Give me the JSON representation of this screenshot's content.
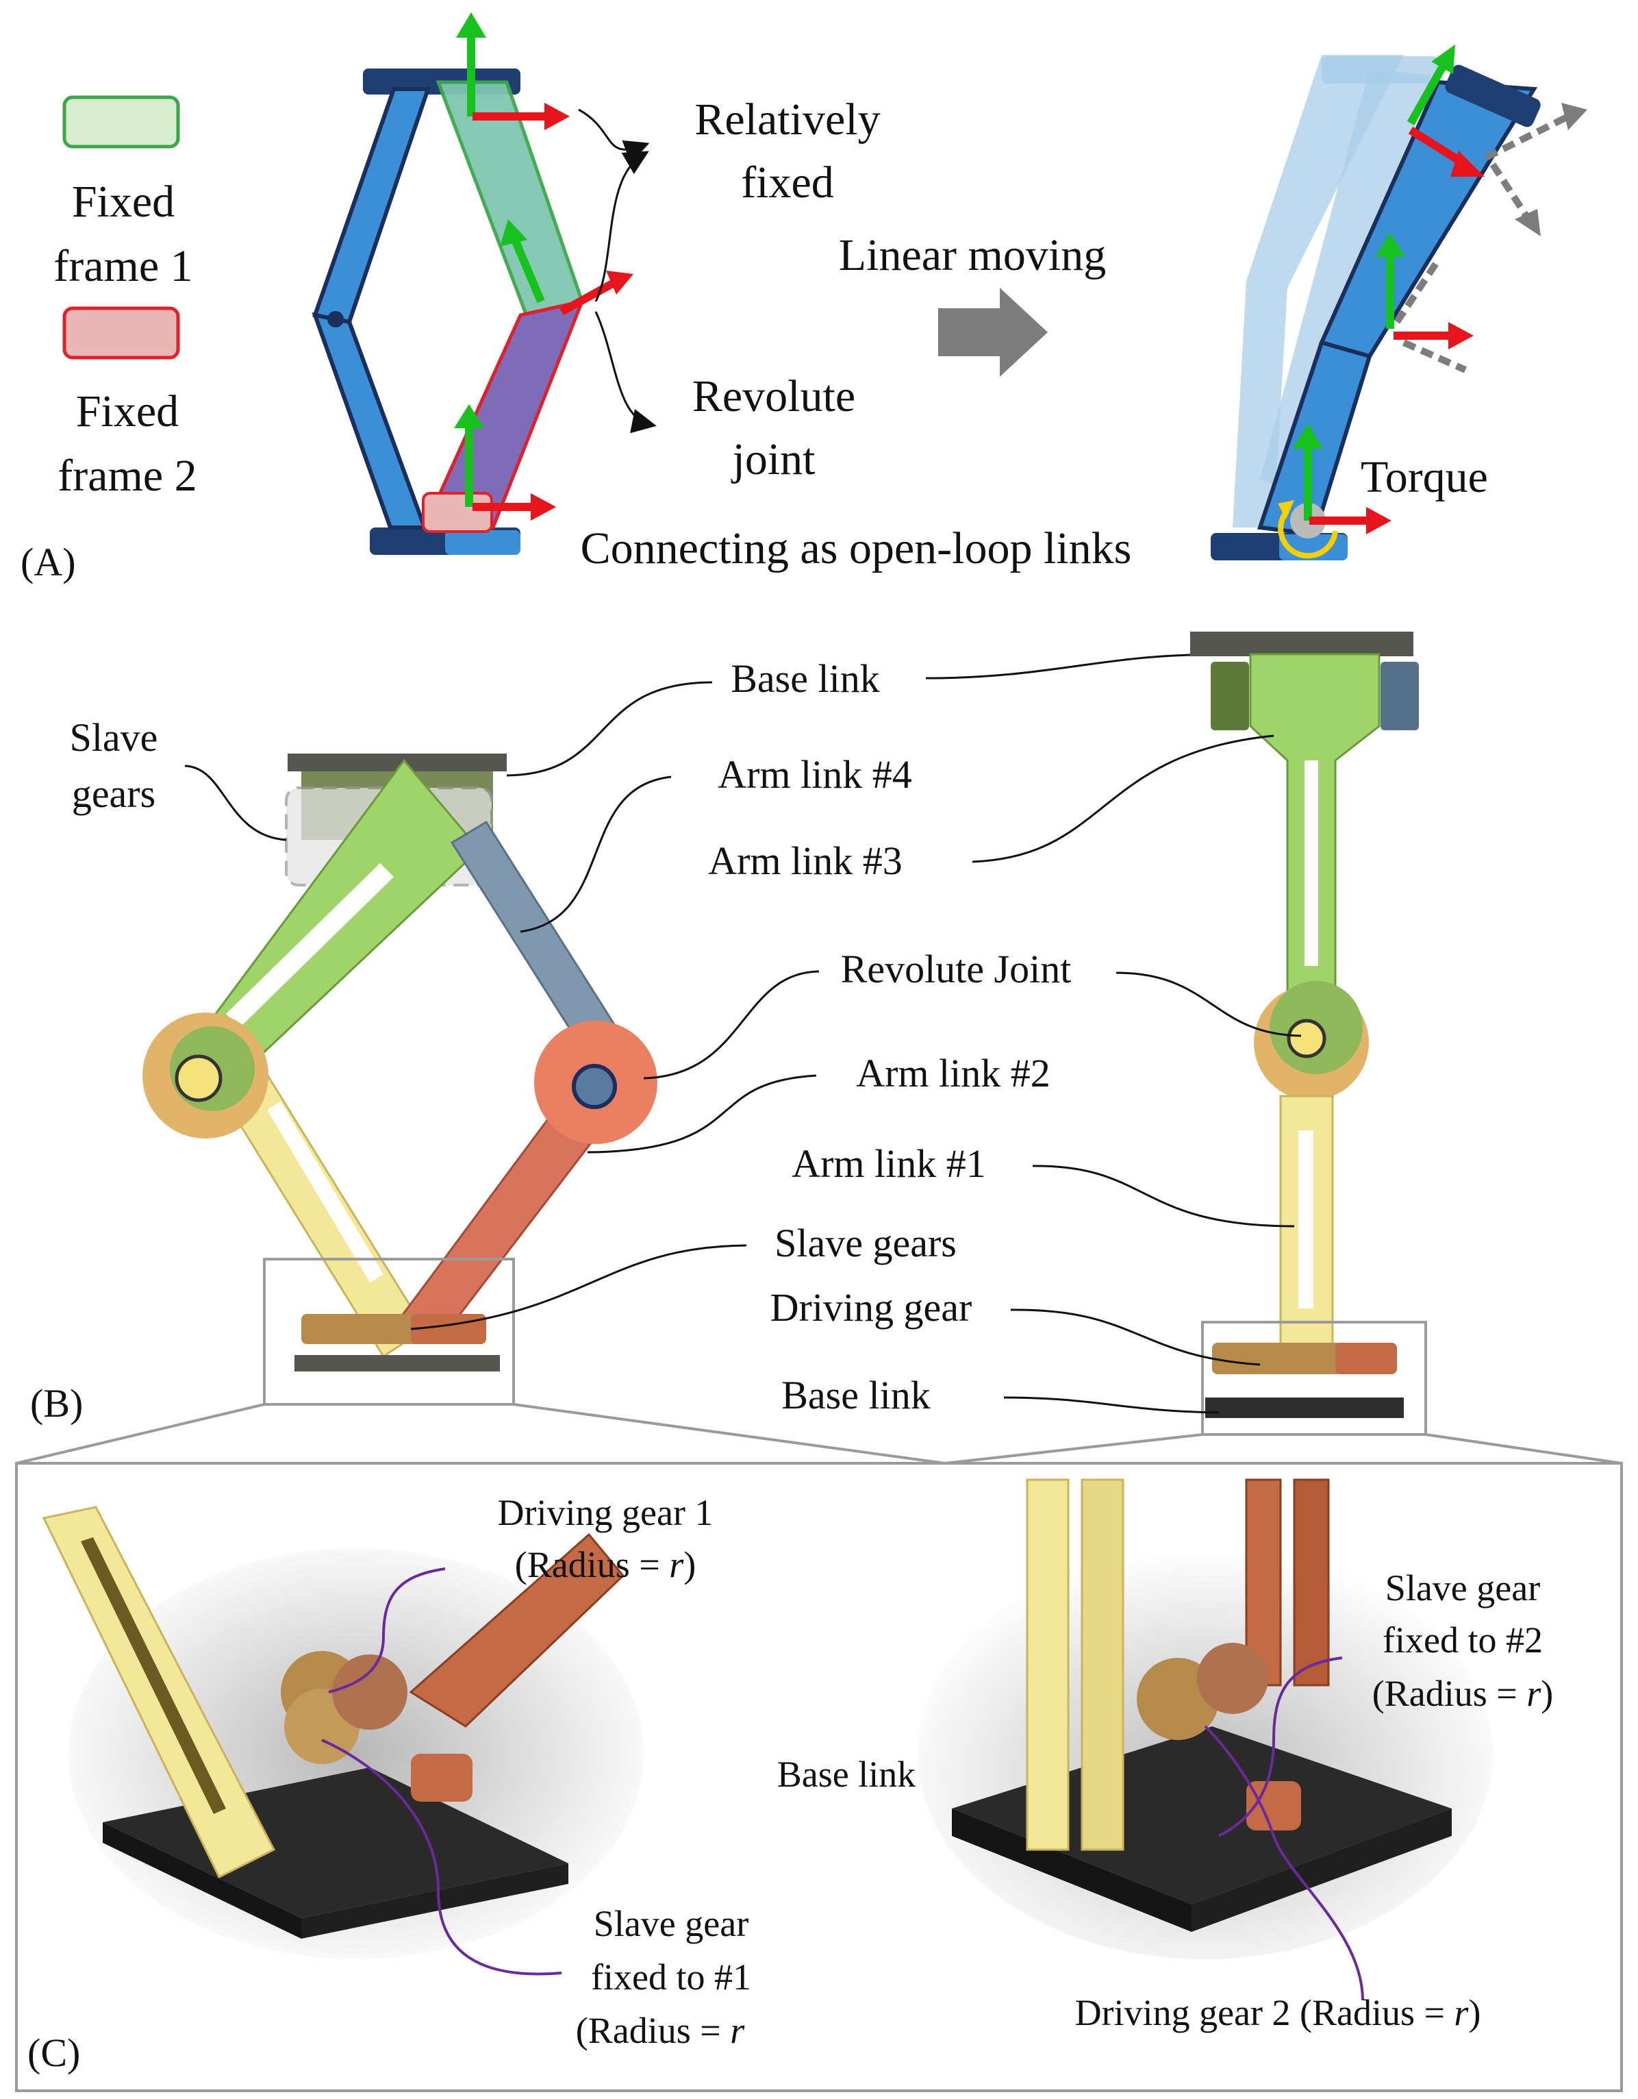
{
  "panel_a": {
    "tag": "(A)",
    "legend": {
      "fixed_frame_1_line1": "Fixed",
      "fixed_frame_1_line2": "frame 1",
      "fixed_frame_2_line1": "Fixed",
      "fixed_frame_2_line2": "frame 2",
      "fixed_frame_1_color": "#d8ecd0",
      "fixed_frame_1_border": "#3aa84a",
      "fixed_frame_2_color": "#eab7b7",
      "fixed_frame_2_border": "#e0202a"
    },
    "relatively_fixed_line1": "Relatively",
    "relatively_fixed_line2": "fixed",
    "revolute_line1": "Revolute",
    "revolute_line2": "joint",
    "linear_moving": "Linear moving",
    "connecting": "Connecting as open-loop links",
    "torque": "Torque"
  },
  "panel_b": {
    "tag": "(B)",
    "slave_gears_top_line1": "Slave",
    "slave_gears_top_line2": "gears",
    "base_link_top": "Base link",
    "arm_link_4": "Arm link #4",
    "arm_link_3": "Arm link #3",
    "revolute_joint": "Revolute Joint",
    "arm_link_2": "Arm link #2",
    "arm_link_1": "Arm link #1",
    "slave_gears_bottom": "Slave gears",
    "driving_gear": "Driving gear",
    "base_link_bottom": "Base link"
  },
  "panel_c": {
    "tag": "(C)",
    "driving_gear_1_line1": "Driving gear 1",
    "driving_gear_1_line2_pre": "(Radius = ",
    "radius_symbol": "r",
    "driving_gear_1_line2_post": ")",
    "slave_gear_1_line1": "Slave gear",
    "slave_gear_1_line2": "fixed to #1",
    "slave_gear_1_line3_pre": "(Radius = ",
    "base_link": "Base link",
    "slave_gear_2_line1": "Slave gear",
    "slave_gear_2_line2": "fixed to #2",
    "slave_gear_2_line3_pre": "(Radius = ",
    "slave_gear_2_line3_post": ")",
    "driving_gear_2_pre": "Driving gear 2 (Radius = ",
    "driving_gear_2_post": ")"
  },
  "colors": {
    "link_blue": "#3b8fd6",
    "link_light_blue": "#a9cde8",
    "arrow_green": "#18c21e",
    "arrow_red": "#e8141b",
    "arm_green": "#9fd46a",
    "arm_blue_gray": "#7f98ad",
    "arm_yellow": "#f3e89a",
    "arm_red": "#d8735c",
    "base_dark": "#2a2a2a",
    "gear_bronze": "#b58a4b",
    "gear_copper": "#c46a45",
    "purple_leader": "#6a2a9c"
  }
}
